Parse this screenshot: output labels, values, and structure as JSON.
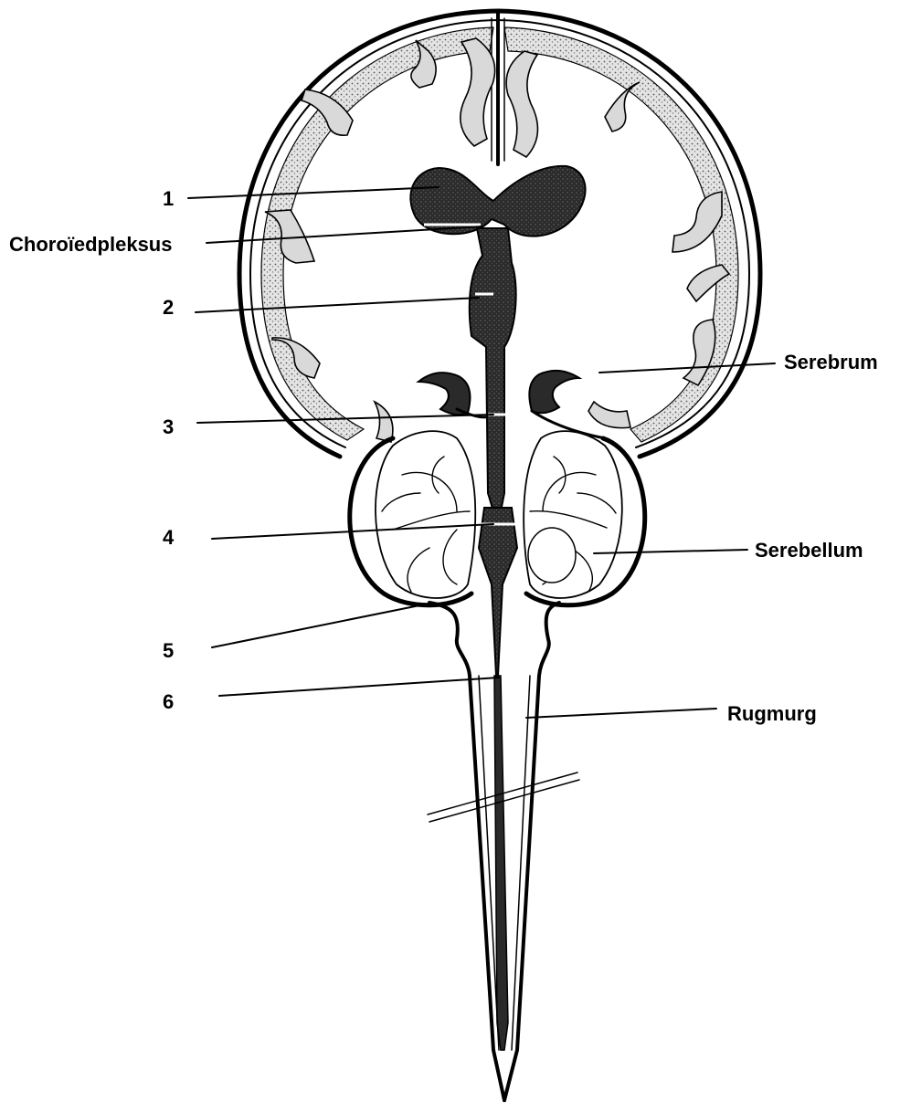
{
  "labels": {
    "n1": "1",
    "choroid": "Choroïedpleksus",
    "n2": "2",
    "n3": "3",
    "n4": "4",
    "n5": "5",
    "n6": "6",
    "cerebrum": "Serebrum",
    "cerebellum": "Serebellum",
    "spinal": "Rugmurg"
  },
  "colors": {
    "ink": "#000000",
    "ventricle_fill": "#2a2a2a",
    "cortex_fill": "#d9d9d9",
    "background": "#ffffff"
  }
}
